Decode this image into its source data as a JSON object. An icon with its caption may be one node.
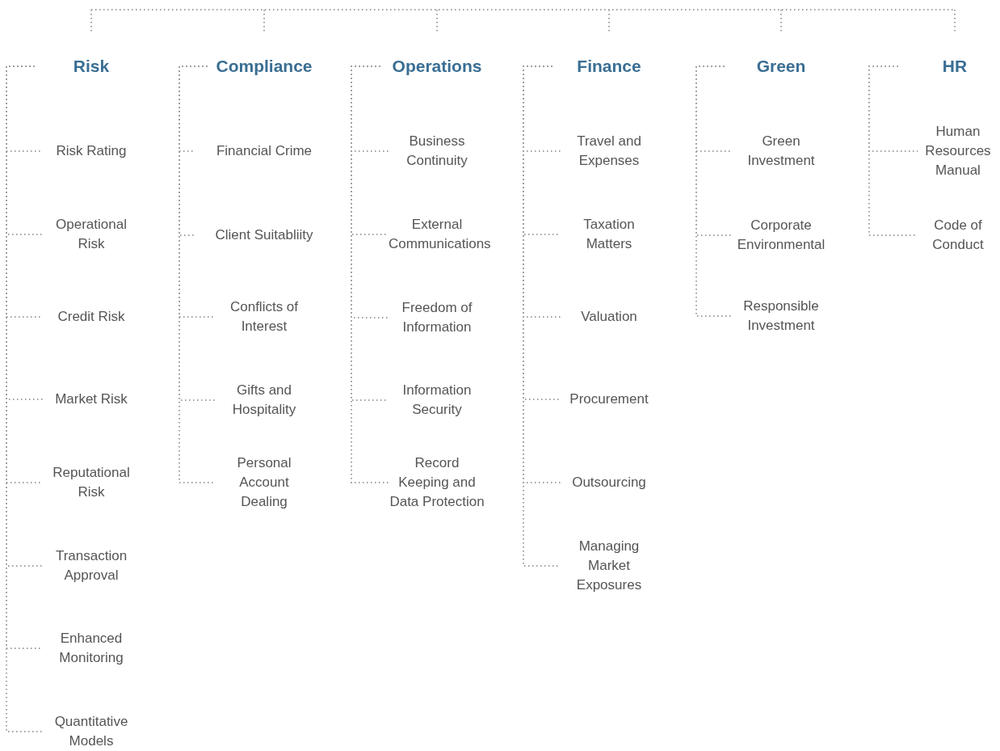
{
  "diagram": {
    "nodes": [
      {
        "text": [
          "Risk"
        ]
      },
      {
        "text": [
          "Risk Rating"
        ]
      },
      {
        "text": [
          "Operational Risk"
        ]
      },
      {
        "text": [
          "Credit Risk"
        ]
      },
      {
        "text": [
          "Market Risk"
        ]
      },
      {
        "text": [
          "Reputational Risk"
        ]
      },
      {
        "text": [
          "Transaction Approval"
        ]
      },
      {
        "text": [
          "Enhanced Monitoring"
        ]
      },
      {
        "text": [
          "Quantitative Models"
        ]
      },
      {
        "text": [
          "Compliance"
        ]
      },
      {
        "text": [
          "Financial Crime"
        ]
      },
      {
        "text": [
          "Client Suitabliity"
        ]
      },
      {
        "text": [
          "Conflicts of Interest"
        ]
      },
      {
        "text": [
          "Gifts and Hospitality"
        ]
      },
      {
        "text": [
          "Personal Account Dealing"
        ]
      },
      {
        "text": [
          "Operations"
        ]
      },
      {
        "text": [
          "Business Continuity"
        ]
      },
      {
        "text": [
          "External Communications"
        ]
      },
      {
        "text": [
          "Freedom of Information"
        ]
      },
      {
        "text": [
          "Information Security"
        ]
      },
      {
        "text": [
          "Record Keeping and Data Protection"
        ]
      },
      {
        "text": [
          "Finance"
        ]
      },
      {
        "text": [
          "Travel and Expenses"
        ]
      },
      {
        "text": [
          "Taxation Matters"
        ]
      },
      {
        "text": [
          "Valuation"
        ]
      },
      {
        "text": [
          "Procurement"
        ]
      },
      {
        "text": [
          "Outsourcing"
        ]
      },
      {
        "text": [
          "Managing Market Exposures"
        ]
      },
      {
        "text": [
          "Green"
        ]
      },
      {
        "text": [
          "Green Investment"
        ]
      },
      {
        "text": [
          "Corporate Environmental"
        ]
      },
      {
        "text": [
          "Responsible Investment"
        ]
      },
      {
        "text": [
          "HR"
        ]
      },
      {
        "text": [
          "Human Resources Manual"
        ]
      },
      {
        "text": [
          "Code of Conduct"
        ]
      }
    ],
    "edges": [
      {
        "from": 0,
        "to": 1,
        "arrow": "none",
        "style": "dashed"
      },
      {
        "from": 0,
        "to": 2,
        "arrow": "none",
        "style": "dashed"
      },
      {
        "from": 0,
        "to": 3,
        "arrow": "none",
        "style": "dashed"
      },
      {
        "from": 0,
        "to": 4,
        "arrow": "none",
        "style": "dashed"
      },
      {
        "from": 0,
        "to": 5,
        "arrow": "none",
        "style": "dashed"
      },
      {
        "from": 0,
        "to": 6,
        "arrow": "none",
        "style": "dashed"
      },
      {
        "from": 0,
        "to": 7,
        "arrow": "none",
        "style": "dashed"
      },
      {
        "from": 0,
        "to": 8,
        "arrow": "none",
        "style": "dashed"
      },
      {
        "from": 9,
        "to": 10,
        "arrow": "none",
        "style": "dashed"
      },
      {
        "from": 9,
        "to": 11,
        "arrow": "none",
        "style": "dashed"
      },
      {
        "from": 9,
        "to": 12,
        "arrow": "none",
        "style": "dashed"
      },
      {
        "from": 9,
        "to": 13,
        "arrow": "none",
        "style": "dashed"
      },
      {
        "from": 9,
        "to": 14,
        "arrow": "none",
        "style": "dashed"
      },
      {
        "from": 15,
        "to": 16,
        "arrow": "none",
        "style": "dashed"
      },
      {
        "from": 15,
        "to": 17,
        "arrow": "none",
        "style": "dashed"
      },
      {
        "from": 15,
        "to": 18,
        "arrow": "none",
        "style": "dashed"
      },
      {
        "from": 15,
        "to": 19,
        "arrow": "none",
        "style": "dashed"
      },
      {
        "from": 15,
        "to": 20,
        "arrow": "none",
        "style": "dashed"
      },
      {
        "from": 21,
        "to": 22,
        "arrow": "none",
        "style": "dashed"
      },
      {
        "from": 21,
        "to": 23,
        "arrow": "none",
        "style": "dashed"
      },
      {
        "from": 21,
        "to": 24,
        "arrow": "none",
        "style": "dashed"
      },
      {
        "from": 21,
        "to": 25,
        "arrow": "none",
        "style": "dashed"
      },
      {
        "from": 21,
        "to": 26,
        "arrow": "none",
        "style": "dashed"
      },
      {
        "from": 21,
        "to": 27,
        "arrow": "none",
        "style": "dashed"
      },
      {
        "from": 28,
        "to": 29,
        "arrow": "none",
        "style": "dashed"
      },
      {
        "from": 28,
        "to": 30,
        "arrow": "none",
        "style": "dashed"
      },
      {
        "from": 28,
        "to": 31,
        "arrow": "none",
        "style": "dashed"
      },
      {
        "from": 32,
        "to": 33,
        "arrow": "none",
        "style": "dashed"
      },
      {
        "from": 32,
        "to": 34,
        "arrow": "none",
        "style": "dashed"
      }
    ]
  }
}
